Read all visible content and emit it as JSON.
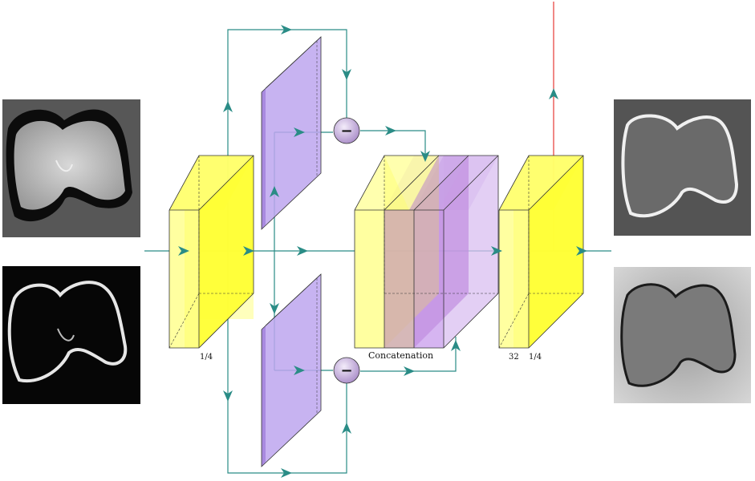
{
  "diagram": {
    "colors": {
      "arrow": "#2a8c86",
      "output_arrow": "#e53935",
      "block_yellow": "#ffff33",
      "block_yellow_light": "#ffffa0",
      "plane_purple": "#bda6ef",
      "plane_purple_dark": "#a98ae0",
      "concat_tan": "#d7b7a8",
      "concat_violet": "#c8a0e6",
      "minus_node": "#c9b6dd"
    },
    "labels": {
      "input_block_scale": "1/4",
      "concat_label": "Concatenation",
      "output_channels": "32",
      "output_scale": "1/4",
      "minus_symbol": "−"
    },
    "images": {
      "input_top": "knee-mri-grayscale",
      "input_bottom": "knee-edge-map",
      "output_top": "knee-output-edge",
      "output_bottom": "knee-output-smooth"
    }
  }
}
